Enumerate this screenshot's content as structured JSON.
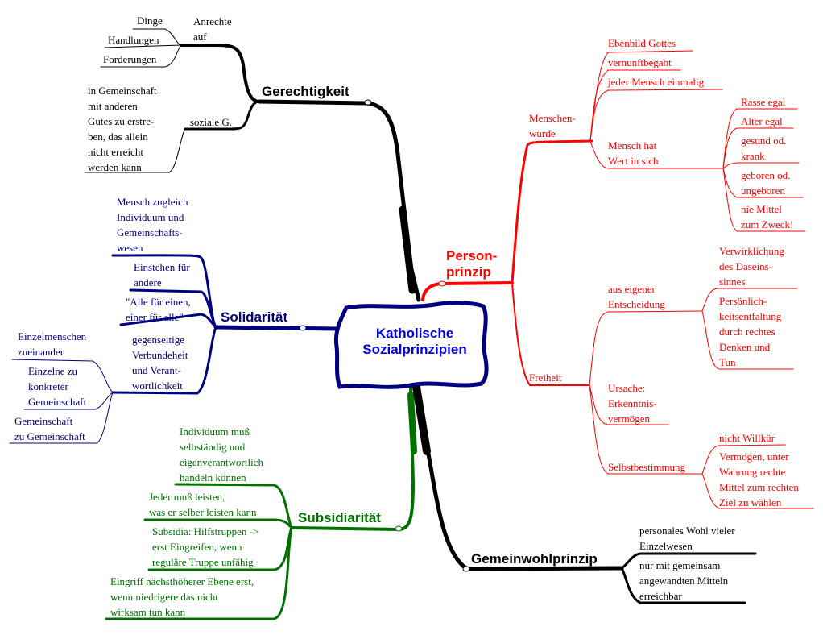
{
  "colors": {
    "gerechtigkeit": "#000000",
    "solidaritaet": "#000080",
    "subsidiaritaet": "#007000",
    "personprinzip": "#ff0000",
    "gemeinwohl": "#000000",
    "center_text": "#0000e0",
    "center_border": "#000080"
  },
  "center": {
    "title": "Katholische\nSozialprinzipien"
  },
  "gerechtigkeit": {
    "title": "Gerechtigkeit",
    "anrechte": {
      "label": "Anrechte\nauf",
      "items": [
        "Dinge",
        "Handlungen",
        "Forderungen"
      ]
    },
    "soziale": {
      "label": "soziale G.",
      "items": [
        "in Gemeinschaft\nmit anderen\nGutes zu erstre-\nben, das allein\nnicht erreicht\nwerden kann"
      ]
    }
  },
  "solidaritaet": {
    "title": "Solidarität",
    "items": [
      "Mensch zugleich\nIndividuum und\nGemeinschafts-\nwesen",
      "Einstehen für\nandere",
      "\"Alle für einen,\neiner für alle\"",
      "gegenseitige\nVerbundeheit\nund Verant-\nwortlichkeit"
    ],
    "sub_items": [
      "Einzelmenschen\nzueinander",
      "Einzelne zu\nkonkreter\nGemeinschaft",
      "Gemeinschaft\nzu Gemeinschaft"
    ]
  },
  "subsidiaritaet": {
    "title": "Subsidiarität",
    "items": [
      "Individuum muß\nselbständig und\neigenverantwortlich\nhandeln können",
      "Jeder muß leisten,\nwas er selber leisten kann",
      "Subsidia: Hilfstruppen ->\nerst Eingreifen, wenn\nreguläre Truppe unfähig",
      "Eingriff nächsthöherer Ebene erst,\nwenn niedrigere das nicht\nwirksam tun kann"
    ]
  },
  "personprinzip": {
    "title": "Person-\nprinzip",
    "menschenwuerde": {
      "label": "Menschen-\nwürde",
      "items": [
        "Ebenbild Gottes",
        "vernunftbegabt",
        "jeder Mensch einmalig"
      ],
      "wert": {
        "label": "Mensch hat\nWert in sich",
        "items": [
          "Rasse egal",
          "Alter egal",
          "gesund od.\nkrank",
          "geboren od.\nungeboren",
          "nie Mittel\nzum Zweck!"
        ]
      }
    },
    "freiheit": {
      "label": "Freiheit",
      "entscheidung": {
        "label": "aus eigener\nEntscheidung",
        "items": [
          "Verwirklichung\ndes Daseins-\nsinnes",
          "Persönlich-\nkeitsentfaltung\ndurch rechtes\nDenken und\nTun"
        ]
      },
      "ursache": {
        "label": "Ursache:\nErkenntnis-\nvermögen"
      },
      "selbst": {
        "label": "Selbstbestimmung",
        "items": [
          "nicht Willkür",
          "Vermögen, unter\nWahrung rechte\nMittel zum rechten\nZiel zu wählen"
        ]
      }
    }
  },
  "gemeinwohl": {
    "title": "Gemeinwohlprinzip",
    "items": [
      "personales Wohl vieler\nEinzelwesen",
      "nur mit gemeinsam\nangewandten Mitteln\nerreichbar"
    ]
  }
}
